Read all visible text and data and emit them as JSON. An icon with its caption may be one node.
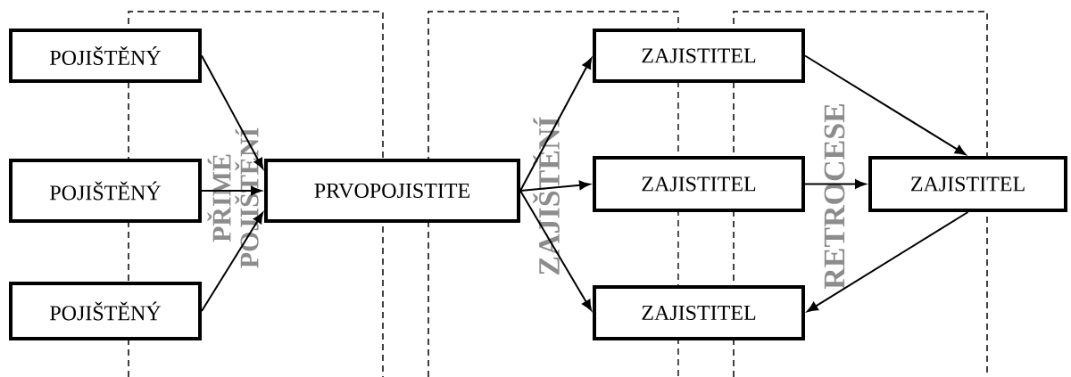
{
  "diagram": {
    "nodes": [
      {
        "text": [
          "POJIŠTĚNÝ"
        ]
      },
      {
        "text": [
          "POJIŠTĚNÝ"
        ]
      },
      {
        "text": [
          "POJIŠTĚNÝ"
        ]
      },
      {
        "text": [
          "PRVOPOJISTITE"
        ]
      },
      {
        "text": [
          "ZAJISTITEL"
        ]
      },
      {
        "text": [
          "ZAJISTITEL"
        ]
      },
      {
        "text": [
          "ZAJISTITEL"
        ]
      },
      {
        "text": [
          "ZAJISTITEL"
        ]
      }
    ],
    "edges": [
      {
        "from": 0,
        "to": 3,
        "arrow": "to"
      },
      {
        "from": 1,
        "to": 3,
        "arrow": "to"
      },
      {
        "from": 2,
        "to": 3,
        "arrow": "to"
      },
      {
        "from": 3,
        "to": 4,
        "arrow": "to"
      },
      {
        "from": 3,
        "to": 5,
        "arrow": "to"
      },
      {
        "from": 3,
        "to": 6,
        "arrow": "to"
      },
      {
        "from": 4,
        "to": 7,
        "arrow": "to"
      },
      {
        "from": 5,
        "to": 7,
        "arrow": "to"
      },
      {
        "from": 7,
        "to": 6,
        "arrow": "to"
      }
    ],
    "labels": [
      "PŘIMÉ POJIŠTĚNÍ",
      "ZAJIŠTĚNÍ",
      "RETROCESE"
    ]
  }
}
